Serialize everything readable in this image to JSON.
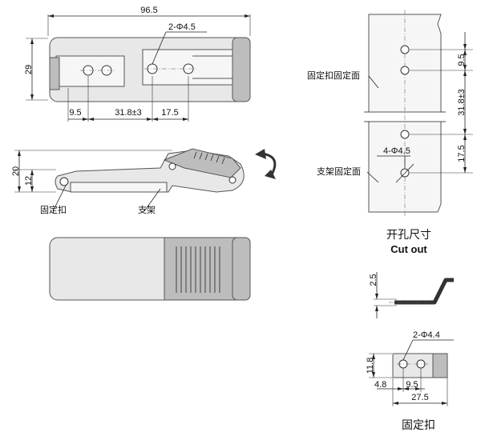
{
  "top_view": {
    "overall_length": "96.5",
    "height": "29",
    "hole_callout": "2-Φ4.5",
    "dim_a": "9.5",
    "dim_b": "31.8±3",
    "dim_c": "17.5"
  },
  "side_view": {
    "height_total": "20",
    "height_base": "12",
    "label_catch": "固定扣",
    "label_bracket": "支架"
  },
  "cutout": {
    "label_catch_surface": "固定扣固定面",
    "label_bracket_surface": "支架固定面",
    "dim_top": "9.5",
    "dim_mid": "31.8±3",
    "dim_bottom": "17.5",
    "hole_callout": "4-Φ4.5",
    "caption_cn": "开孔尺寸",
    "caption_en": "Cut out"
  },
  "catch_part": {
    "thickness": "2.5",
    "height": "11.8",
    "hole_callout": "2-Φ4.4",
    "dim_left": "4.8",
    "dim_pitch": "9.5",
    "dim_width": "27.5",
    "caption": "固定扣"
  },
  "colors": {
    "line": "#222222",
    "body": "#e8e8e8",
    "shade": "#bdbdbd"
  }
}
